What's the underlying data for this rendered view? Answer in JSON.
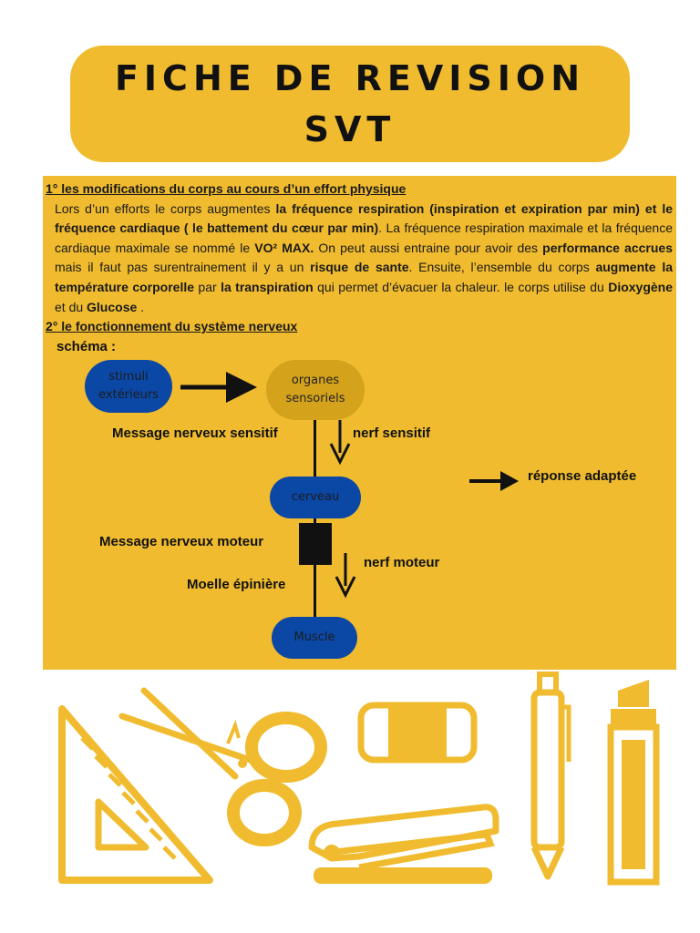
{
  "header": {
    "title_line1": "FICHE DE REVISION",
    "title_line2": "SVT"
  },
  "section1": {
    "heading": "1°  les modifications du corps au cours d’un effort physique ",
    "p1_a": "Lors d’un efforts le corps augmentes ",
    "p1_b": "la fréquence respiration (inspiration et expiration par min) et le fréquence cardiaque ( le battement du cœur par min)",
    "p1_c": ". La fréquence respiration maximale et la fréquence cardiaque maximale se nommé le ",
    "p1_d": "VO² MAX.",
    "p1_e": " On peut aussi entraine  pour avoir des ",
    "p1_f": "performance accrues",
    "p1_g": " mais il faut pas  surentrainement il y a un ",
    "p1_h": "risque de sante",
    "p1_i": ". Ensuite, l’ensemble du corps ",
    "p1_j": "augmente la température corporelle",
    "p1_k": " par ",
    "p1_l": "la transpiration",
    "p1_m": " qui permet d’évacuer la chaleur. le corps utilise du ",
    "p1_n": "Dioxygène",
    "p1_o": " et du ",
    "p1_p": "Glucose",
    "p1_q": " ."
  },
  "section2": {
    "heading": "2° le fonctionnement du système nerveux",
    "schema_label": "schéma :"
  },
  "diagram": {
    "node_stimuli_1": "stimuli",
    "node_stimuli_2": "extérieurs",
    "node_organes_1": "organes",
    "node_organes_2": "sensoriels",
    "node_cerveau": "cerveau",
    "node_muscle": "Muscle",
    "label_msg_sensitif": "Message nerveux sensitif",
    "label_nerf_sensitif": "nerf sensitif",
    "label_reponse": "réponse adaptée",
    "label_msg_moteur": "Message nerveux moteur",
    "label_nerf_moteur": "nerf moteur",
    "label_moelle": "Moelle épinière"
  },
  "colors": {
    "gold": "#f0bb2e",
    "blue": "#0b47a5",
    "dark_gold": "#d5a21c"
  },
  "icons": [
    "set-square-icon",
    "scissors-icon",
    "eraser-icon",
    "stapler-icon",
    "pen-icon",
    "highlighter-icon"
  ]
}
